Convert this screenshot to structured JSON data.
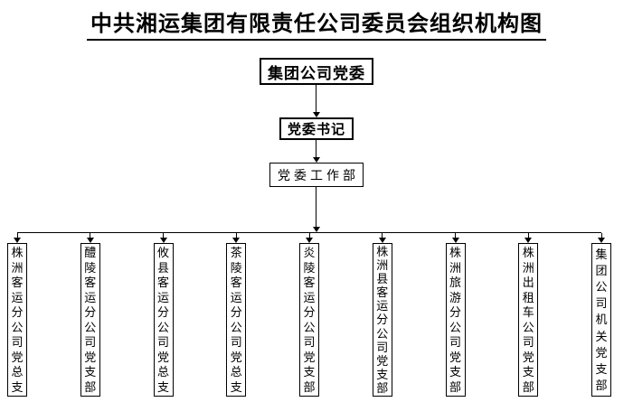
{
  "page": {
    "title": "中共湘运集团有限责任公司委员会组织机构图"
  },
  "org": {
    "root": "集团公司党委",
    "secretary": "党委书记",
    "work_dept": "党委工作部",
    "branches": [
      {
        "label": "株洲客运分公司党总支"
      },
      {
        "label": "醴陵客运分公司党支部"
      },
      {
        "label": "攸县客运分公司党总支"
      },
      {
        "label": "茶陵客运分公司党总支"
      },
      {
        "label": "炎陵客运分公司党支部"
      },
      {
        "label": "株洲县客运分公司党支部"
      },
      {
        "label": "株洲旅游分公司党支部"
      },
      {
        "label": "株洲出租车公司党支部"
      },
      {
        "label": "集团公司机关党支部"
      }
    ]
  },
  "colors": {
    "background": "#ffffff",
    "line": "#000000",
    "text": "#000000"
  }
}
